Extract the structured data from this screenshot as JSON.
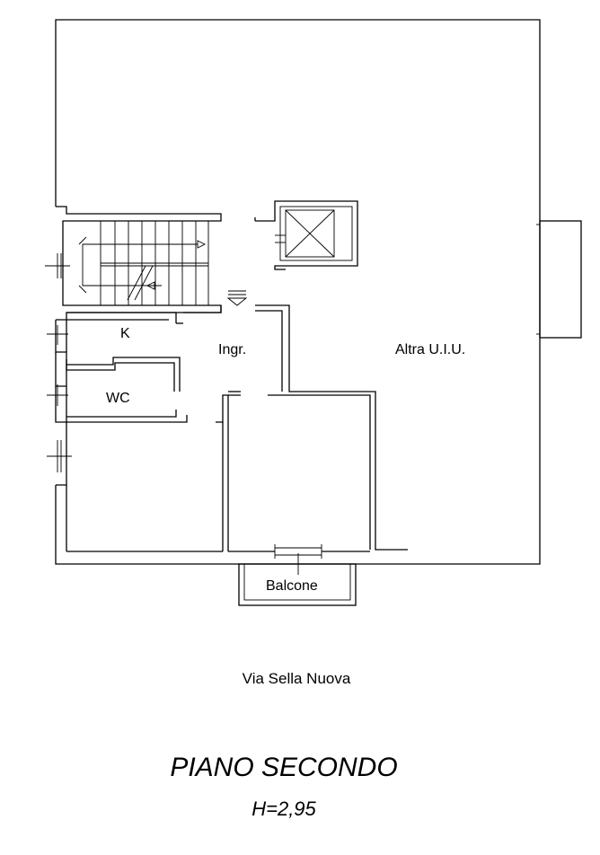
{
  "rooms": {
    "kitchen": "K",
    "entrance": "Ingr.",
    "other_unit": "Altra U.I.U.",
    "bathroom": "WC",
    "balcony": "Balcone"
  },
  "street": "Via Sella Nuova",
  "floor_title": "PIANO SECONDO",
  "ceiling_height": "H=2,95"
}
